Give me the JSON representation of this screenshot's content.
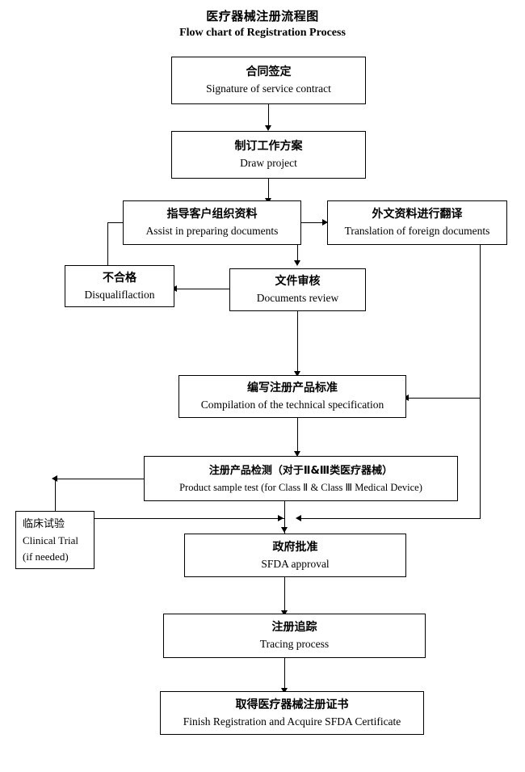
{
  "title": {
    "cn": "医疗器械注册流程图",
    "en": "Flow chart of Registration Process"
  },
  "chart_data": {
    "type": "diagram",
    "diagram_kind": "flowchart",
    "title_cn": "医疗器械注册流程图",
    "title_en": "Flow chart of Registration Process",
    "orientation": "top-to-bottom",
    "nodes": [
      {
        "id": "contract",
        "cn": "合同签定",
        "en": "Signature of service contract"
      },
      {
        "id": "plan",
        "cn": "制订工作方案",
        "en": "Draw project"
      },
      {
        "id": "assist",
        "cn": "指导客户组织资料",
        "en": "Assist in preparing documents"
      },
      {
        "id": "translation",
        "cn": "外文资料进行翻译",
        "en": "Translation of foreign documents"
      },
      {
        "id": "disqualify",
        "cn": "不合格",
        "en": "Disqualiflaction"
      },
      {
        "id": "review",
        "cn": "文件审核",
        "en": "Documents review"
      },
      {
        "id": "spec",
        "cn": "编写注册产品标准",
        "en": "Compilation of the technical specification"
      },
      {
        "id": "sampletest",
        "cn": "注册产品检测（对于Ⅱ&Ⅲ类医疗器械）",
        "en": "Product sample test (for Class  Ⅱ & Class  Ⅲ  Medical Device)"
      },
      {
        "id": "clinical",
        "cn": "临床试验",
        "en": "Clinical Trial",
        "en2": "(if needed)"
      },
      {
        "id": "approval",
        "cn": "政府批准",
        "en": "SFDA approval"
      },
      {
        "id": "tracing",
        "cn": "注册追踪",
        "en": "Tracing process"
      },
      {
        "id": "certificate",
        "cn": "取得医疗器械注册证书",
        "en": "Finish Registration and Acquire SFDA Certificate"
      }
    ],
    "edges": [
      {
        "from": "contract",
        "to": "plan",
        "style": "straight-down"
      },
      {
        "from": "plan",
        "to": "assist",
        "style": "straight-down"
      },
      {
        "from": "assist",
        "to": "translation",
        "style": "right"
      },
      {
        "from": "assist",
        "to": "review",
        "style": "straight-down"
      },
      {
        "from": "assist",
        "to": "disqualify",
        "style": "left-then-down"
      },
      {
        "from": "review",
        "to": "disqualify",
        "style": "left"
      },
      {
        "from": "review",
        "to": "spec",
        "style": "straight-down"
      },
      {
        "from": "translation",
        "to": "spec",
        "style": "down-then-left"
      },
      {
        "from": "spec",
        "to": "sampletest",
        "style": "straight-down"
      },
      {
        "from": "sampletest",
        "to": "clinical",
        "style": "left-then-down"
      },
      {
        "from": "sampletest",
        "to": "approval",
        "style": "straight-down"
      },
      {
        "from": "clinical",
        "to": "approval",
        "style": "right-then-down"
      },
      {
        "from": "translation",
        "to": "approval",
        "style": "right-rail-down-then-left"
      },
      {
        "from": "approval",
        "to": "tracing",
        "style": "straight-down"
      },
      {
        "from": "tracing",
        "to": "certificate",
        "style": "straight-down"
      }
    ],
    "colors": {
      "line": "#000000",
      "box_fill": "#ffffff",
      "text": "#000000"
    }
  }
}
